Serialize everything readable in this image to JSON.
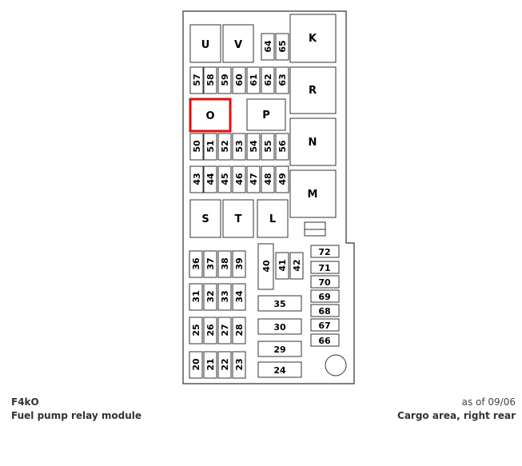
{
  "caption": {
    "code": "F4kO",
    "description": "Fuel pump relay module",
    "as_of": "as of 09/06",
    "location": "Cargo area, right rear"
  },
  "highlight_color": "#dd1111",
  "relays": [
    "U",
    "V",
    "K",
    "R",
    "O",
    "P",
    "N",
    "M",
    "S",
    "T",
    "L"
  ],
  "highlighted_relay": "O",
  "fuses_vertical": [
    "64",
    "65",
    "57",
    "58",
    "59",
    "60",
    "61",
    "62",
    "63",
    "50",
    "51",
    "52",
    "53",
    "54",
    "55",
    "56",
    "43",
    "44",
    "45",
    "46",
    "47",
    "48",
    "49",
    "36",
    "37",
    "38",
    "39",
    "40",
    "41",
    "42",
    "31",
    "32",
    "33",
    "34",
    "25",
    "26",
    "27",
    "28",
    "20",
    "21",
    "22",
    "23"
  ],
  "fuses_horizontal": [
    "72",
    "71",
    "70",
    "69",
    "68",
    "67",
    "66",
    "35",
    "30",
    "29",
    "24"
  ]
}
